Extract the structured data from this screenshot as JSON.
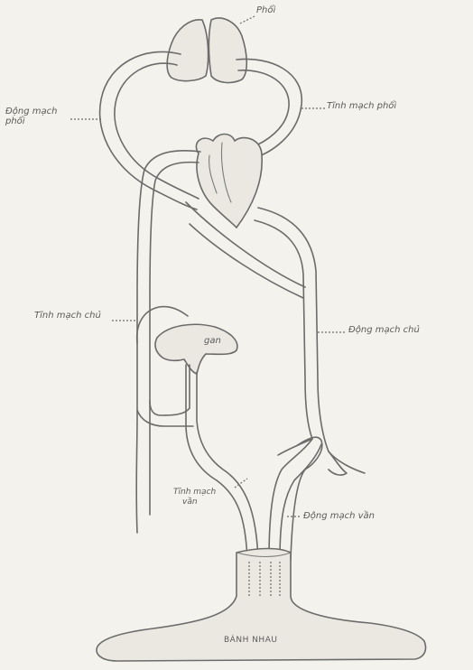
{
  "labels": {
    "phoi": "Phổi",
    "dong_mach_phoi_line1": "Động mạch",
    "dong_mach_phoi_line2": "phổi",
    "tinh_mach_phoi": "Tĩnh mạch phổi",
    "tinh_mach_chu": "Tĩnh mạch chủ",
    "gan": "gan",
    "dong_mach_chu": "Động mạch chủ",
    "tinh_mach_van_line1": "Tĩnh mạch",
    "tinh_mach_van_line2": "vần",
    "dong_mach_van": "Động mạch vần",
    "banh_nhau": "BÁNH NHAU"
  }
}
